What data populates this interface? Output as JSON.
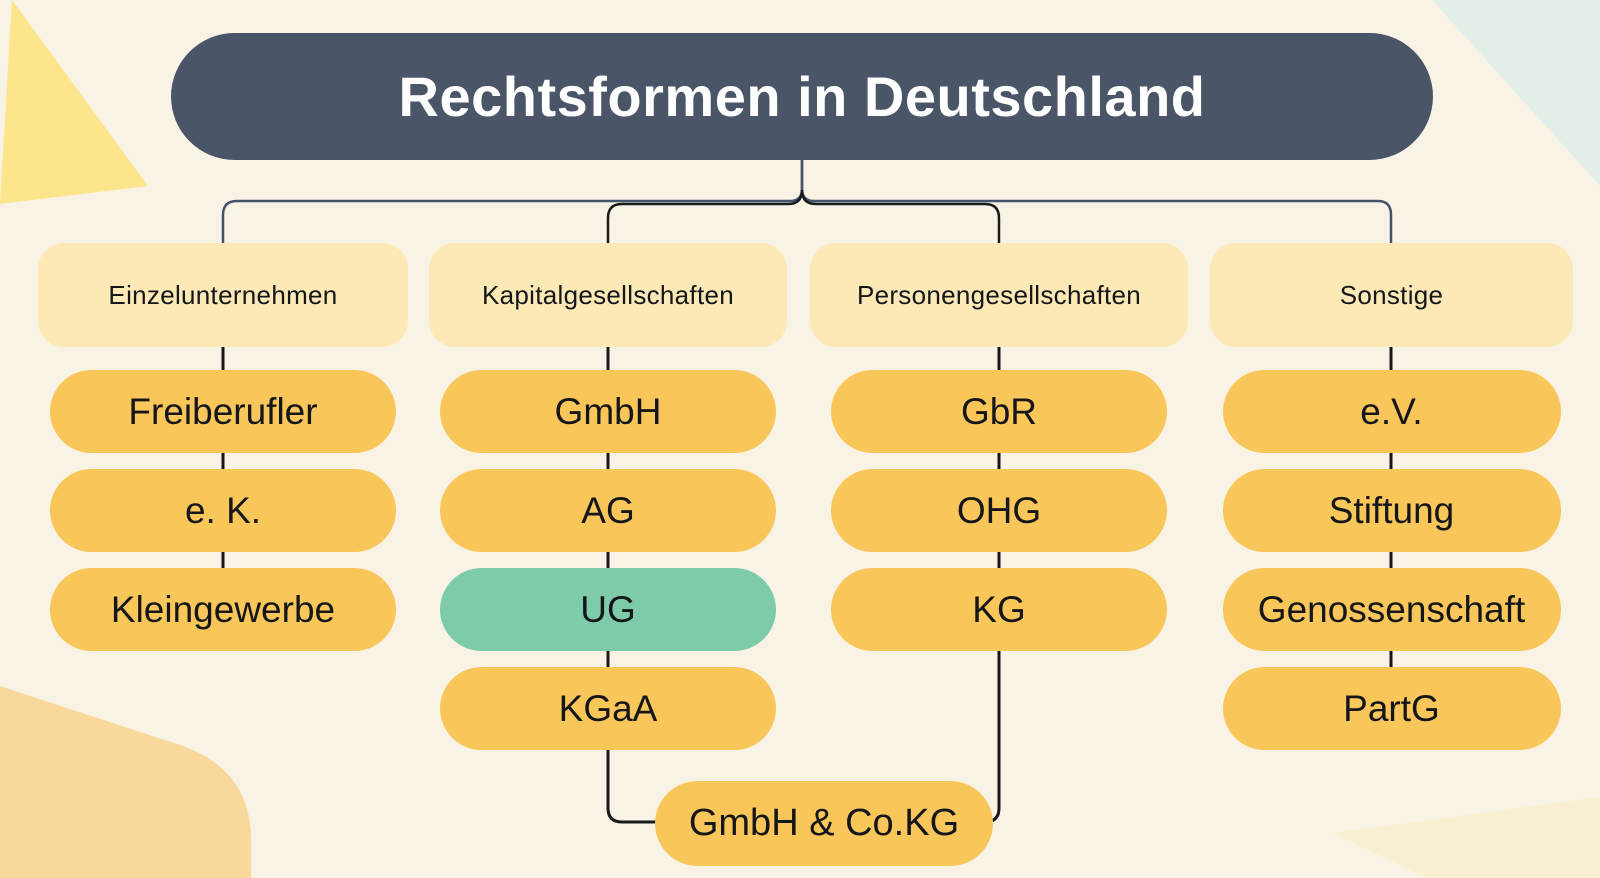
{
  "title": "Rechtsformen in Deutschland",
  "columns": [
    {
      "label": "Einzelunternehmen",
      "items": [
        {
          "label": "Freiberufler"
        },
        {
          "label": "e. K."
        },
        {
          "label": "Kleingewerbe"
        }
      ]
    },
    {
      "label": "Kapitalgesellschaften",
      "items": [
        {
          "label": "GmbH"
        },
        {
          "label": "AG"
        },
        {
          "label": "UG",
          "highlight": true
        },
        {
          "label": "KGaA"
        }
      ]
    },
    {
      "label": "Personengesellschaften",
      "items": [
        {
          "label": "GbR"
        },
        {
          "label": "OHG"
        },
        {
          "label": "KG"
        }
      ]
    },
    {
      "label": "Sonstige",
      "items": [
        {
          "label": "e.V."
        },
        {
          "label": "Stiftung"
        },
        {
          "label": "Genossenschaft"
        },
        {
          "label": "PartG"
        }
      ]
    }
  ],
  "merged_node": {
    "label": "GmbH & Co.KG",
    "connects": [
      "Kapitalgesellschaften",
      "Personengesellschaften"
    ]
  },
  "colors": {
    "background": "#f9f3e6",
    "title_bg": "#4a5568",
    "title_text": "#ffffff",
    "category_bg": "#fce9b6",
    "node_bg": "#f9c659",
    "highlight_bg": "#7ecbaa",
    "text": "#15161a",
    "connector_primary": "#44536a",
    "connector_secondary": "#17191c",
    "decor_yellow": "#fce58b",
    "decor_mint": "#e3efe9",
    "decor_sand": "#f8d99b",
    "decor_cream": "#f9efd1"
  }
}
